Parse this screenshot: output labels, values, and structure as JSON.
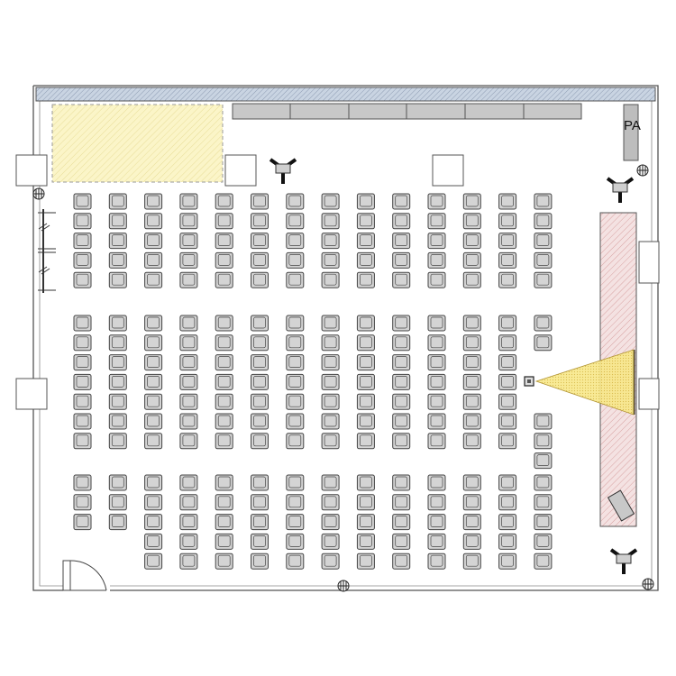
{
  "floor_plan": {
    "labels": {
      "pa": "PA"
    },
    "seating": {
      "block_upper": {
        "rows": 5,
        "columns": 14
      },
      "block_middle": {
        "rows": 7,
        "columns": 13,
        "last_column_rows": 5
      },
      "block_lower": {
        "columns": 14,
        "column_rows": [
          3,
          3,
          5,
          5,
          5,
          5,
          5,
          5,
          5,
          5,
          5,
          5,
          5,
          5
        ]
      }
    },
    "colors": {
      "wall": "#555555",
      "seat_fill": "#d4d4d4",
      "seat_stroke": "#444444",
      "window_strip": "#c9d4e2",
      "reserved_zone": "#fbf5c8",
      "screen_zone": "#f2dcdc",
      "projector_beam": "#f7ea86",
      "panel": "#c8c8c8"
    },
    "icons": {
      "speaker": "speaker-stand-icon",
      "outlet": "floor-outlet-icon",
      "projector": "projector-icon",
      "door": "door-swing-icon"
    }
  }
}
